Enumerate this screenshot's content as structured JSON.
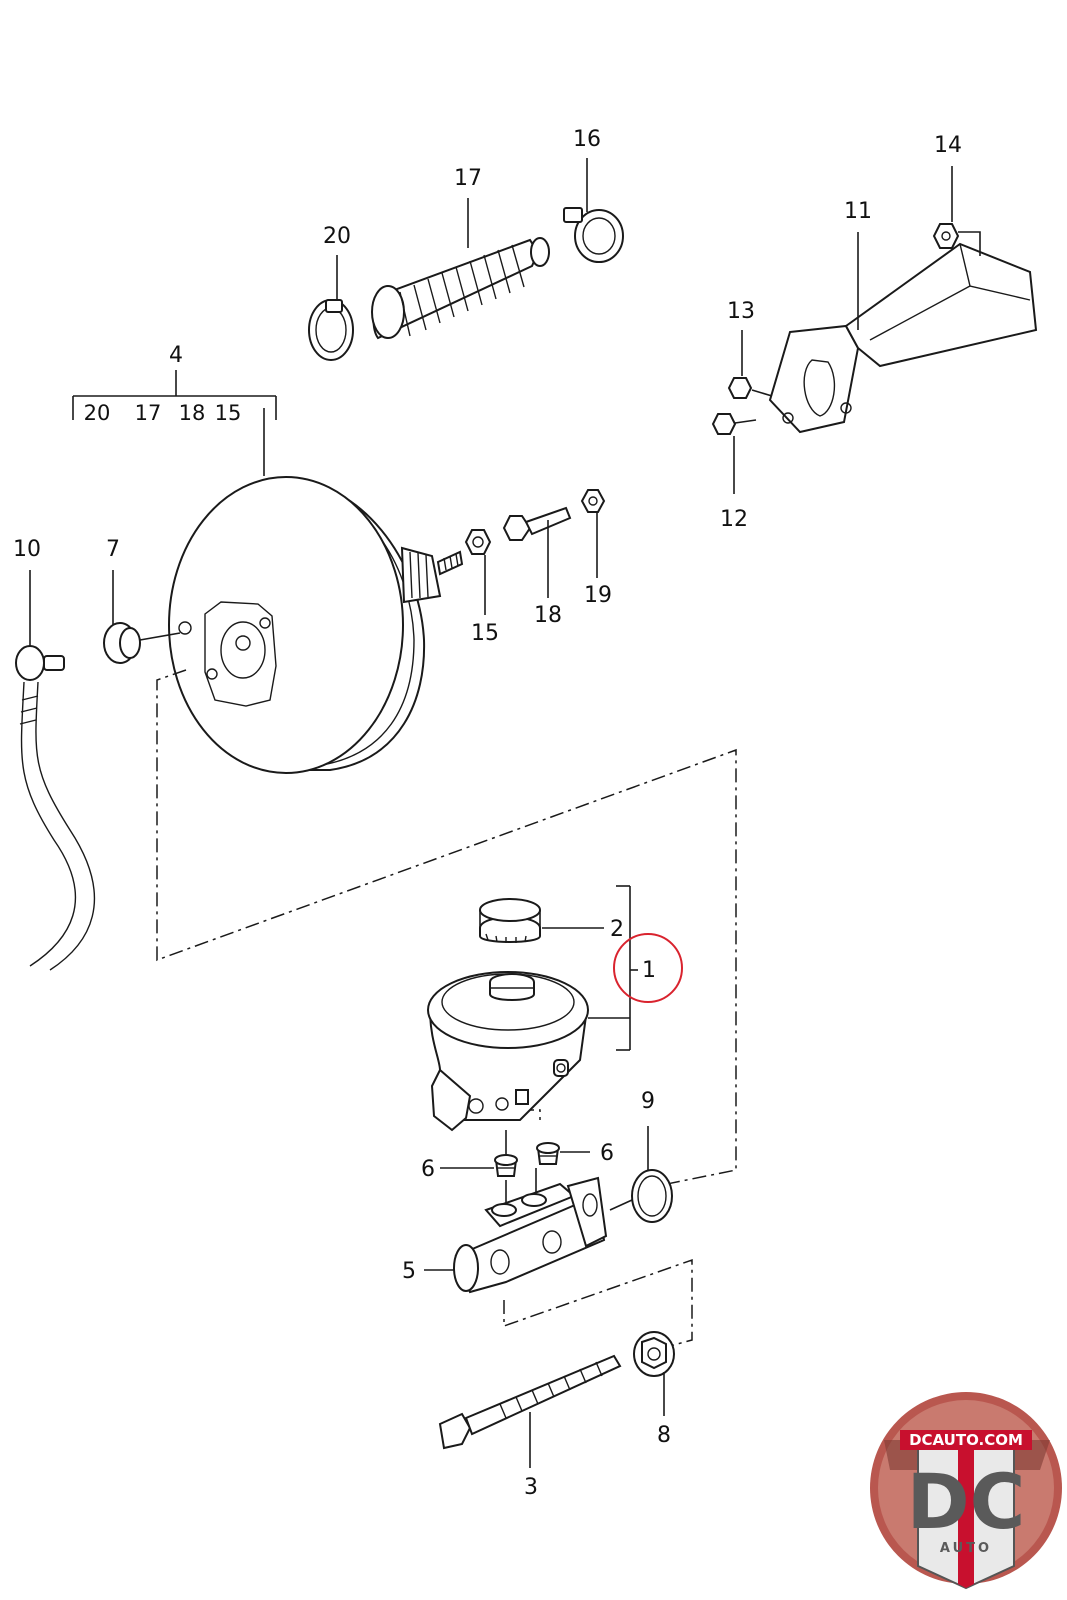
{
  "callouts": {
    "c1": "1",
    "c2": "2",
    "c3": "3",
    "c4": "4",
    "c5": "5",
    "c6a": "6",
    "c6b": "6",
    "c7": "7",
    "c8": "8",
    "c9": "9",
    "c10": "10",
    "c11": "11",
    "c12": "12",
    "c13": "13",
    "c14": "14",
    "c15": "15",
    "c16": "16",
    "c17": "17",
    "c18": "18",
    "c19": "19",
    "c20": "20"
  },
  "group4": {
    "s1": "20",
    "s2": "17",
    "s3": "18",
    "s4": "15"
  },
  "logo": {
    "top": "DCAUTO.COM",
    "big": "DC",
    "bottom": "AUTO"
  },
  "colors": {
    "highlight_circle": "#d9232e",
    "logo_red": "#c8102e",
    "logo_grey": "#5a5a5a"
  }
}
